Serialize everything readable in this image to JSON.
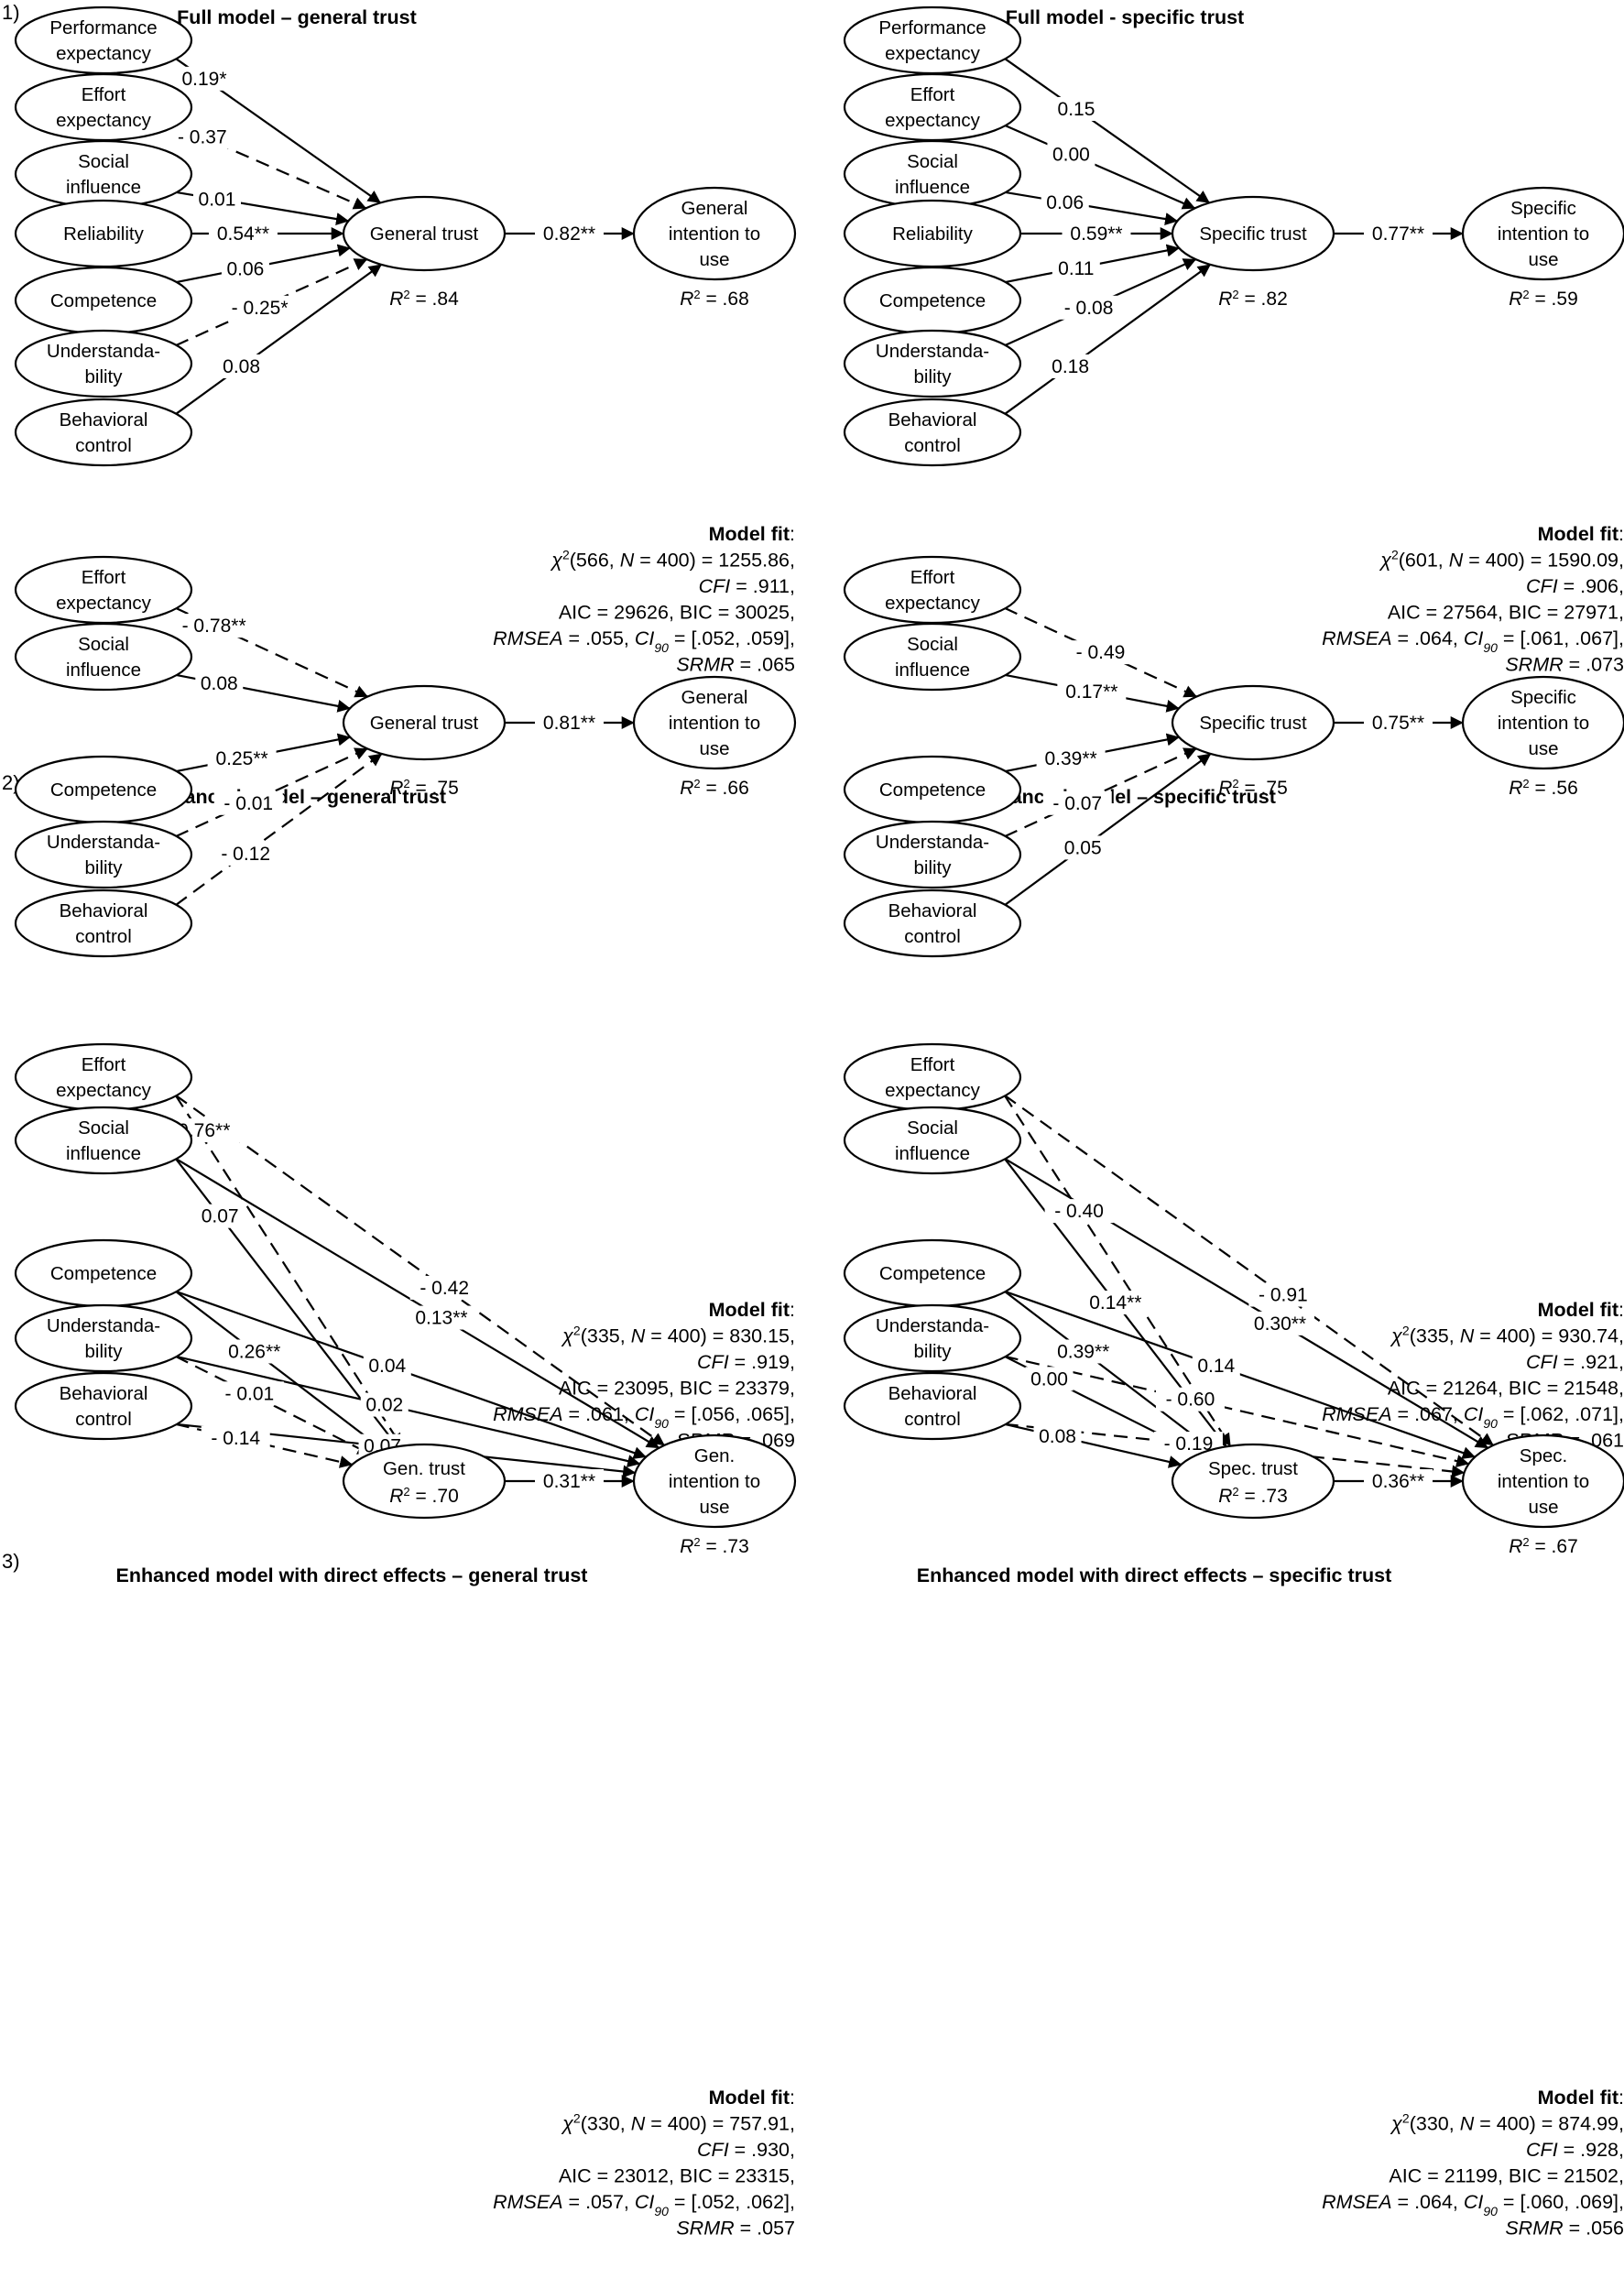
{
  "row_numbers": [
    "1)",
    "2)",
    "3)"
  ],
  "panels": [
    {
      "id": "p1",
      "title": "Full model – general trust",
      "nodes": {
        "pe": "Performance\nexpectancy",
        "ee": "Effort\nexpectancy",
        "si": "Social\ninfluence",
        "rel": "Reliability",
        "comp": "Competence",
        "und": "Understanda-\nbility",
        "bc": "Behavioral\ncontrol",
        "trust": "General trust",
        "intent": "General\nintention to\nuse"
      },
      "paths": [
        {
          "from": "pe",
          "to": "trust",
          "label": "0.19*",
          "style": "solid"
        },
        {
          "from": "ee",
          "to": "trust",
          "label": "- 0.37",
          "style": "dashed"
        },
        {
          "from": "si",
          "to": "trust",
          "label": "0.01",
          "style": "solid"
        },
        {
          "from": "rel",
          "to": "trust",
          "label": "0.54**",
          "style": "solid"
        },
        {
          "from": "comp",
          "to": "trust",
          "label": "0.06",
          "style": "solid"
        },
        {
          "from": "und",
          "to": "trust",
          "label": "- 0.25*",
          "style": "dashed"
        },
        {
          "from": "bc",
          "to": "trust",
          "label": "0.08",
          "style": "solid"
        },
        {
          "from": "trust",
          "to": "intent",
          "label": "0.82**",
          "style": "solid"
        }
      ],
      "r2": {
        "trust": ".84",
        "intent": ".68"
      },
      "fit": {
        "heading": "Model fit",
        "df": "566",
        "N": "400",
        "chi2": "1255.86",
        "CFI": ".911",
        "AIC": "29626",
        "BIC": "30025",
        "RMSEA": ".055",
        "CI_low": ".052",
        "CI_high": ".059",
        "SRMR": ".065"
      }
    },
    {
      "id": "p2",
      "title": "Full model - specific trust",
      "nodes": {
        "pe": "Performance\nexpectancy",
        "ee": "Effort\nexpectancy",
        "si": "Social\ninfluence",
        "rel": "Reliability",
        "comp": "Competence",
        "und": "Understanda-\nbility",
        "bc": "Behavioral\ncontrol",
        "trust": "Specific trust",
        "intent": "Specific\nintention to\nuse"
      },
      "paths": [
        {
          "from": "pe",
          "to": "trust",
          "label": "0.15",
          "style": "solid"
        },
        {
          "from": "ee",
          "to": "trust",
          "label": "0.00",
          "style": "solid"
        },
        {
          "from": "si",
          "to": "trust",
          "label": "0.06",
          "style": "solid"
        },
        {
          "from": "rel",
          "to": "trust",
          "label": "0.59**",
          "style": "solid"
        },
        {
          "from": "comp",
          "to": "trust",
          "label": "0.11",
          "style": "solid"
        },
        {
          "from": "und",
          "to": "trust",
          "label": "- 0.08",
          "style": "solid"
        },
        {
          "from": "bc",
          "to": "trust",
          "label": "0.18",
          "style": "solid"
        },
        {
          "from": "trust",
          "to": "intent",
          "label": "0.77**",
          "style": "solid"
        }
      ],
      "r2": {
        "trust": ".82",
        "intent": ".59"
      },
      "fit": {
        "heading": "Model fit",
        "df": "601",
        "N": "400",
        "chi2": "1590.09",
        "CFI": ".906",
        "AIC": "27564",
        "BIC": "27971",
        "RMSEA": ".064",
        "CI_low": ".061",
        "CI_high": ".067",
        "SRMR": ".073"
      }
    },
    {
      "id": "p3",
      "title": "Enhanced model – general trust",
      "nodes": {
        "ee": "Effort\nexpectancy",
        "si": "Social\ninfluence",
        "comp": "Competence",
        "und": "Understanda-\nbility",
        "bc": "Behavioral\ncontrol",
        "trust": "General trust",
        "intent": "General\nintention to\nuse"
      },
      "paths": [
        {
          "from": "ee",
          "to": "trust",
          "label": "- 0.78**",
          "style": "dashed"
        },
        {
          "from": "si",
          "to": "trust",
          "label": "0.08",
          "style": "solid"
        },
        {
          "from": "comp",
          "to": "trust",
          "label": "0.25**",
          "style": "solid"
        },
        {
          "from": "und",
          "to": "trust",
          "label": "- 0.01",
          "style": "dashed"
        },
        {
          "from": "bc",
          "to": "trust",
          "label": "- 0.12",
          "style": "dashed"
        },
        {
          "from": "trust",
          "to": "intent",
          "label": "0.81**",
          "style": "solid"
        }
      ],
      "r2": {
        "trust": ".75",
        "intent": ".66"
      },
      "fit": {
        "heading": "Model fit",
        "df": "335",
        "N": "400",
        "chi2": "830.15",
        "CFI": ".919",
        "AIC": "23095",
        "BIC": "23379",
        "RMSEA": ".061",
        "CI_low": ".056",
        "CI_high": ".065",
        "SRMR": ".069"
      }
    },
    {
      "id": "p4",
      "title": "Enhanced model – specific trust",
      "nodes": {
        "ee": "Effort\nexpectancy",
        "si": "Social\ninfluence",
        "comp": "Competence",
        "und": "Understanda-\nbility",
        "bc": "Behavioral\ncontrol",
        "trust": "Specific trust",
        "intent": "Specific\nintention to\nuse"
      },
      "paths": [
        {
          "from": "ee",
          "to": "trust",
          "label": "- 0.49",
          "style": "dashed"
        },
        {
          "from": "si",
          "to": "trust",
          "label": "0.17**",
          "style": "solid"
        },
        {
          "from": "comp",
          "to": "trust",
          "label": "0.39**",
          "style": "solid"
        },
        {
          "from": "und",
          "to": "trust",
          "label": "- 0.07",
          "style": "dashed"
        },
        {
          "from": "bc",
          "to": "trust",
          "label": "0.05",
          "style": "solid"
        },
        {
          "from": "trust",
          "to": "intent",
          "label": "0.75**",
          "style": "solid"
        }
      ],
      "r2": {
        "trust": ".75",
        "intent": ".56"
      },
      "fit": {
        "heading": "Model fit",
        "df": "335",
        "N": "400",
        "chi2": "930.74",
        "CFI": ".921",
        "AIC": "21264",
        "BIC": "21548",
        "RMSEA": ".067",
        "CI_low": ".062",
        "CI_high": ".071",
        "SRMR": ".061"
      }
    },
    {
      "id": "p5",
      "title": "Enhanced model with direct effects – general trust",
      "nodes": {
        "ee": "Effort\nexpectancy",
        "si": "Social\ninfluence",
        "comp": "Competence",
        "und": "Understanda-\nbility",
        "bc": "Behavioral\ncontrol",
        "trust": "Gen. trust",
        "intent": "Gen.\nintention to\nuse"
      },
      "paths": [
        {
          "from": "ee",
          "to": "trust",
          "label": "- 0.76**",
          "style": "dashed"
        },
        {
          "from": "si",
          "to": "trust",
          "label": "0.07",
          "style": "solid"
        },
        {
          "from": "comp",
          "to": "trust",
          "label": "0.26**",
          "style": "solid"
        },
        {
          "from": "und",
          "to": "trust",
          "label": "- 0.01",
          "style": "dashed"
        },
        {
          "from": "bc",
          "to": "trust",
          "label": "- 0.14",
          "style": "dashed"
        },
        {
          "from": "trust",
          "to": "intent",
          "label": "0.31**",
          "style": "solid"
        },
        {
          "from": "ee",
          "to": "intent",
          "label": "- 0.42",
          "style": "dashed"
        },
        {
          "from": "si",
          "to": "intent",
          "label": "0.13**",
          "style": "solid"
        },
        {
          "from": "comp",
          "to": "intent",
          "label": "0.04",
          "style": "solid"
        },
        {
          "from": "und",
          "to": "intent",
          "label": "0.02",
          "style": "solid"
        },
        {
          "from": "bc",
          "to": "intent",
          "label": "0.07",
          "style": "solid"
        }
      ],
      "r2": {
        "trust": ".70",
        "intent": ".73"
      },
      "fit": {
        "heading": "Model fit",
        "df": "330",
        "N": "400",
        "chi2": "757.91",
        "CFI": ".930",
        "AIC": "23012",
        "BIC": "23315",
        "RMSEA": ".057",
        "CI_low": ".052",
        "CI_high": ".062",
        "SRMR": ".057"
      }
    },
    {
      "id": "p6",
      "title": "Enhanced model with direct effects – specific trust",
      "nodes": {
        "ee": "Effort\nexpectancy",
        "si": "Social\ninfluence",
        "comp": "Competence",
        "und": "Understanda-\nbility",
        "bc": "Behavioral\ncontrol",
        "trust": "Spec. trust",
        "intent": "Spec.\nintention to\nuse"
      },
      "paths": [
        {
          "from": "ee",
          "to": "trust",
          "label": "- 0.40",
          "style": "dashed"
        },
        {
          "from": "si",
          "to": "trust",
          "label": "0.14**",
          "style": "solid"
        },
        {
          "from": "comp",
          "to": "trust",
          "label": "0.39**",
          "style": "solid"
        },
        {
          "from": "und",
          "to": "trust",
          "label": "0.00",
          "style": "solid"
        },
        {
          "from": "bc",
          "to": "trust",
          "label": "0.08",
          "style": "solid"
        },
        {
          "from": "trust",
          "to": "intent",
          "label": "0.36**",
          "style": "solid"
        },
        {
          "from": "ee",
          "to": "intent",
          "label": "- 0.91",
          "style": "dashed"
        },
        {
          "from": "si",
          "to": "intent",
          "label": "0.30**",
          "style": "solid"
        },
        {
          "from": "comp",
          "to": "intent",
          "label": "0.14",
          "style": "solid"
        },
        {
          "from": "und",
          "to": "intent",
          "label": "- 0.60",
          "style": "dashed"
        },
        {
          "from": "bc",
          "to": "intent",
          "label": "- 0.19",
          "style": "dashed"
        }
      ],
      "r2": {
        "trust": ".73",
        "intent": ".67"
      },
      "fit": {
        "heading": "Model fit",
        "df": "330",
        "N": "400",
        "chi2": "874.99",
        "CFI": ".928",
        "AIC": "21199",
        "BIC": "21502",
        "RMSEA": ".064",
        "CI_low": ".060",
        "CI_high": ".069",
        "SRMR": ".056"
      }
    }
  ]
}
